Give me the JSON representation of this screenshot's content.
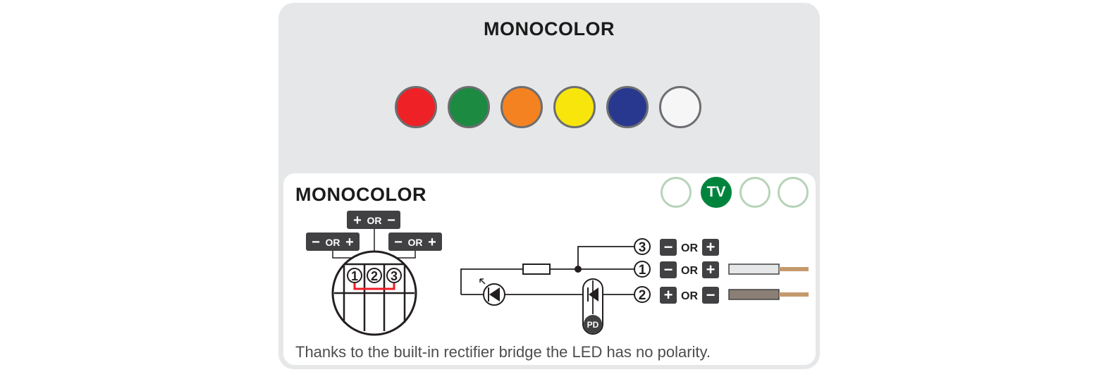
{
  "header": {
    "title": "MONOCOLOR"
  },
  "swatches": [
    {
      "name": "red",
      "color": "#ee2226"
    },
    {
      "name": "green",
      "color": "#1c8a41"
    },
    {
      "name": "orange",
      "color": "#f58220"
    },
    {
      "name": "yellow",
      "color": "#f7e50c"
    },
    {
      "name": "blue",
      "color": "#29388f"
    },
    {
      "name": "white",
      "color": "#f6f6f6"
    }
  ],
  "panel": {
    "title": "MONOCOLOR",
    "badges": [
      {
        "label": "",
        "active": false
      },
      {
        "label": "TV",
        "active": true
      },
      {
        "label": "",
        "active": false
      },
      {
        "label": "",
        "active": false
      }
    ],
    "connector": {
      "pins": [
        "1",
        "2",
        "3"
      ],
      "pin_labels": {
        "left": {
          "a": "−",
          "or": "OR",
          "b": "+"
        },
        "top": {
          "a": "+",
          "or": "OR",
          "b": "−"
        },
        "right": {
          "a": "−",
          "or": "OR",
          "b": "+"
        }
      }
    },
    "wires": [
      {
        "pin": "3",
        "a": "−",
        "or": "OR",
        "b": "+"
      },
      {
        "pin": "1",
        "a": "−",
        "or": "OR",
        "b": "+"
      },
      {
        "pin": "2",
        "a": "+",
        "or": "OR",
        "b": "−"
      }
    ],
    "pd_label": "PD",
    "note": "Thanks to the built-in rectifier bridge the LED has no polarity."
  },
  "colors": {
    "panel_bg": "#e6e7e8",
    "dark_box": "#414042",
    "badge_green": "#00843d",
    "badge_ring": "#b7d3b9",
    "red_link": "#ed1c24"
  }
}
